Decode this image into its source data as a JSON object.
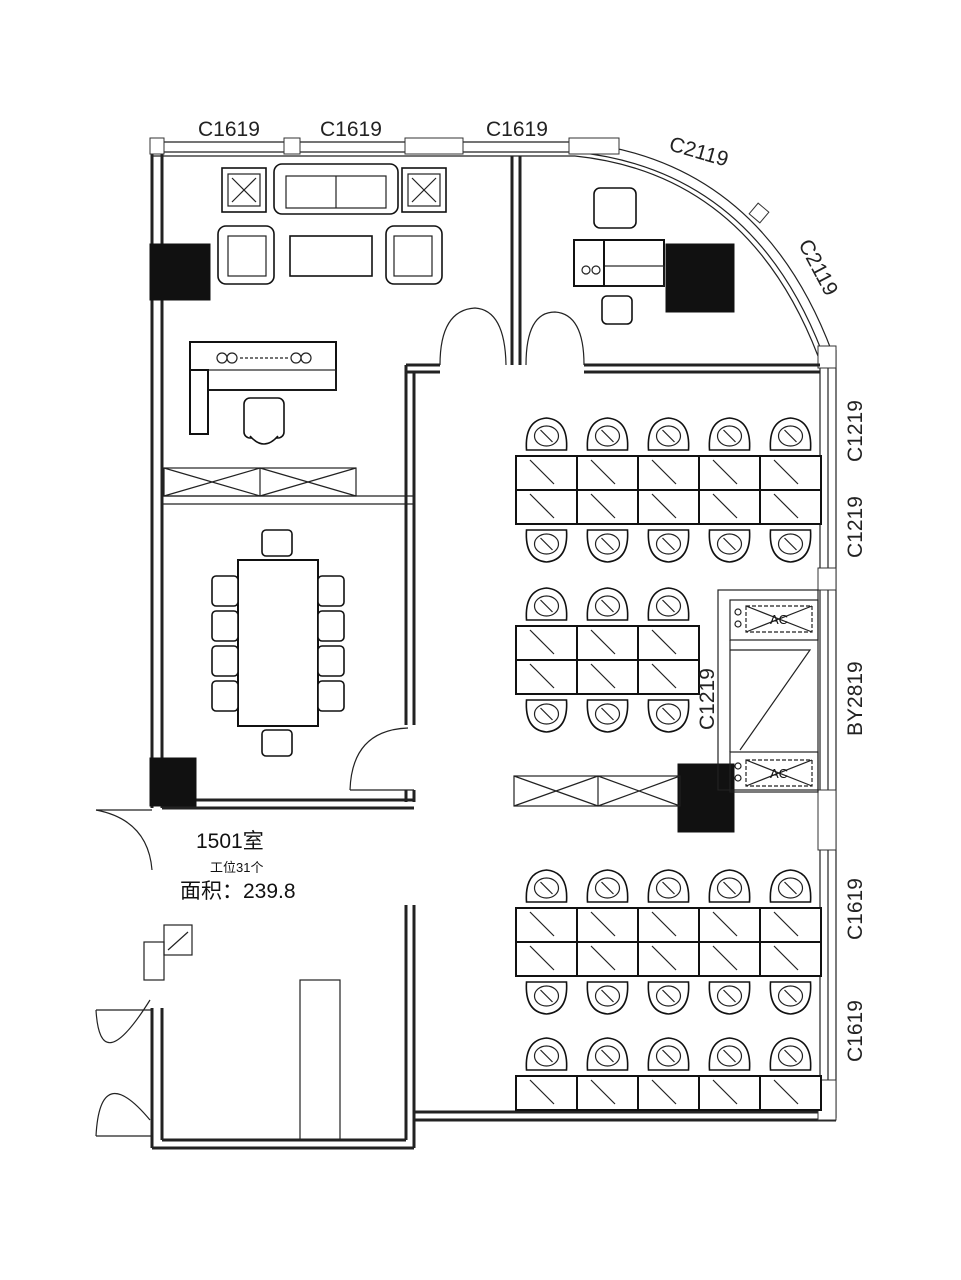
{
  "room": {
    "name": "1501室",
    "workstations": "工位31个",
    "area": "面积：239.8"
  },
  "window_labels": {
    "top_left": "C1619",
    "top_middle": "C1619",
    "top_right": "C1619",
    "curve_upper": "C2119",
    "curve_lower": "C2119",
    "right_upper_1": "C1219",
    "right_upper_2": "C1219",
    "right_middle": "BY2819",
    "right_lower_1": "C1619",
    "right_lower_2": "C1619",
    "inner": "C1219"
  },
  "equipment": {
    "ac_upper": "AC",
    "ac_lower": "AC"
  },
  "workstation_rows": [
    {
      "columns": 5,
      "rows": 2
    },
    {
      "columns": 3,
      "rows": 2
    },
    {
      "columns": 5,
      "rows": 2
    },
    {
      "columns": 5,
      "rows": 1
    }
  ],
  "meeting_room": {
    "side_chairs": 4,
    "end_chairs": 1
  }
}
